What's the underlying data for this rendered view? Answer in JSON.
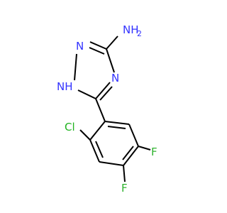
{
  "molecule": {
    "atoms": {
      "amine": "NH",
      "amine_h2": "2",
      "n1": "N",
      "nh": "NH",
      "n4": "N",
      "cl": "Cl",
      "f4": "F",
      "f5": "F"
    },
    "colors": {
      "nitrogen": "#3333ff",
      "chlorine": "#1fb31f",
      "fluorine": "#2fb32f",
      "bond": "#000000"
    }
  }
}
